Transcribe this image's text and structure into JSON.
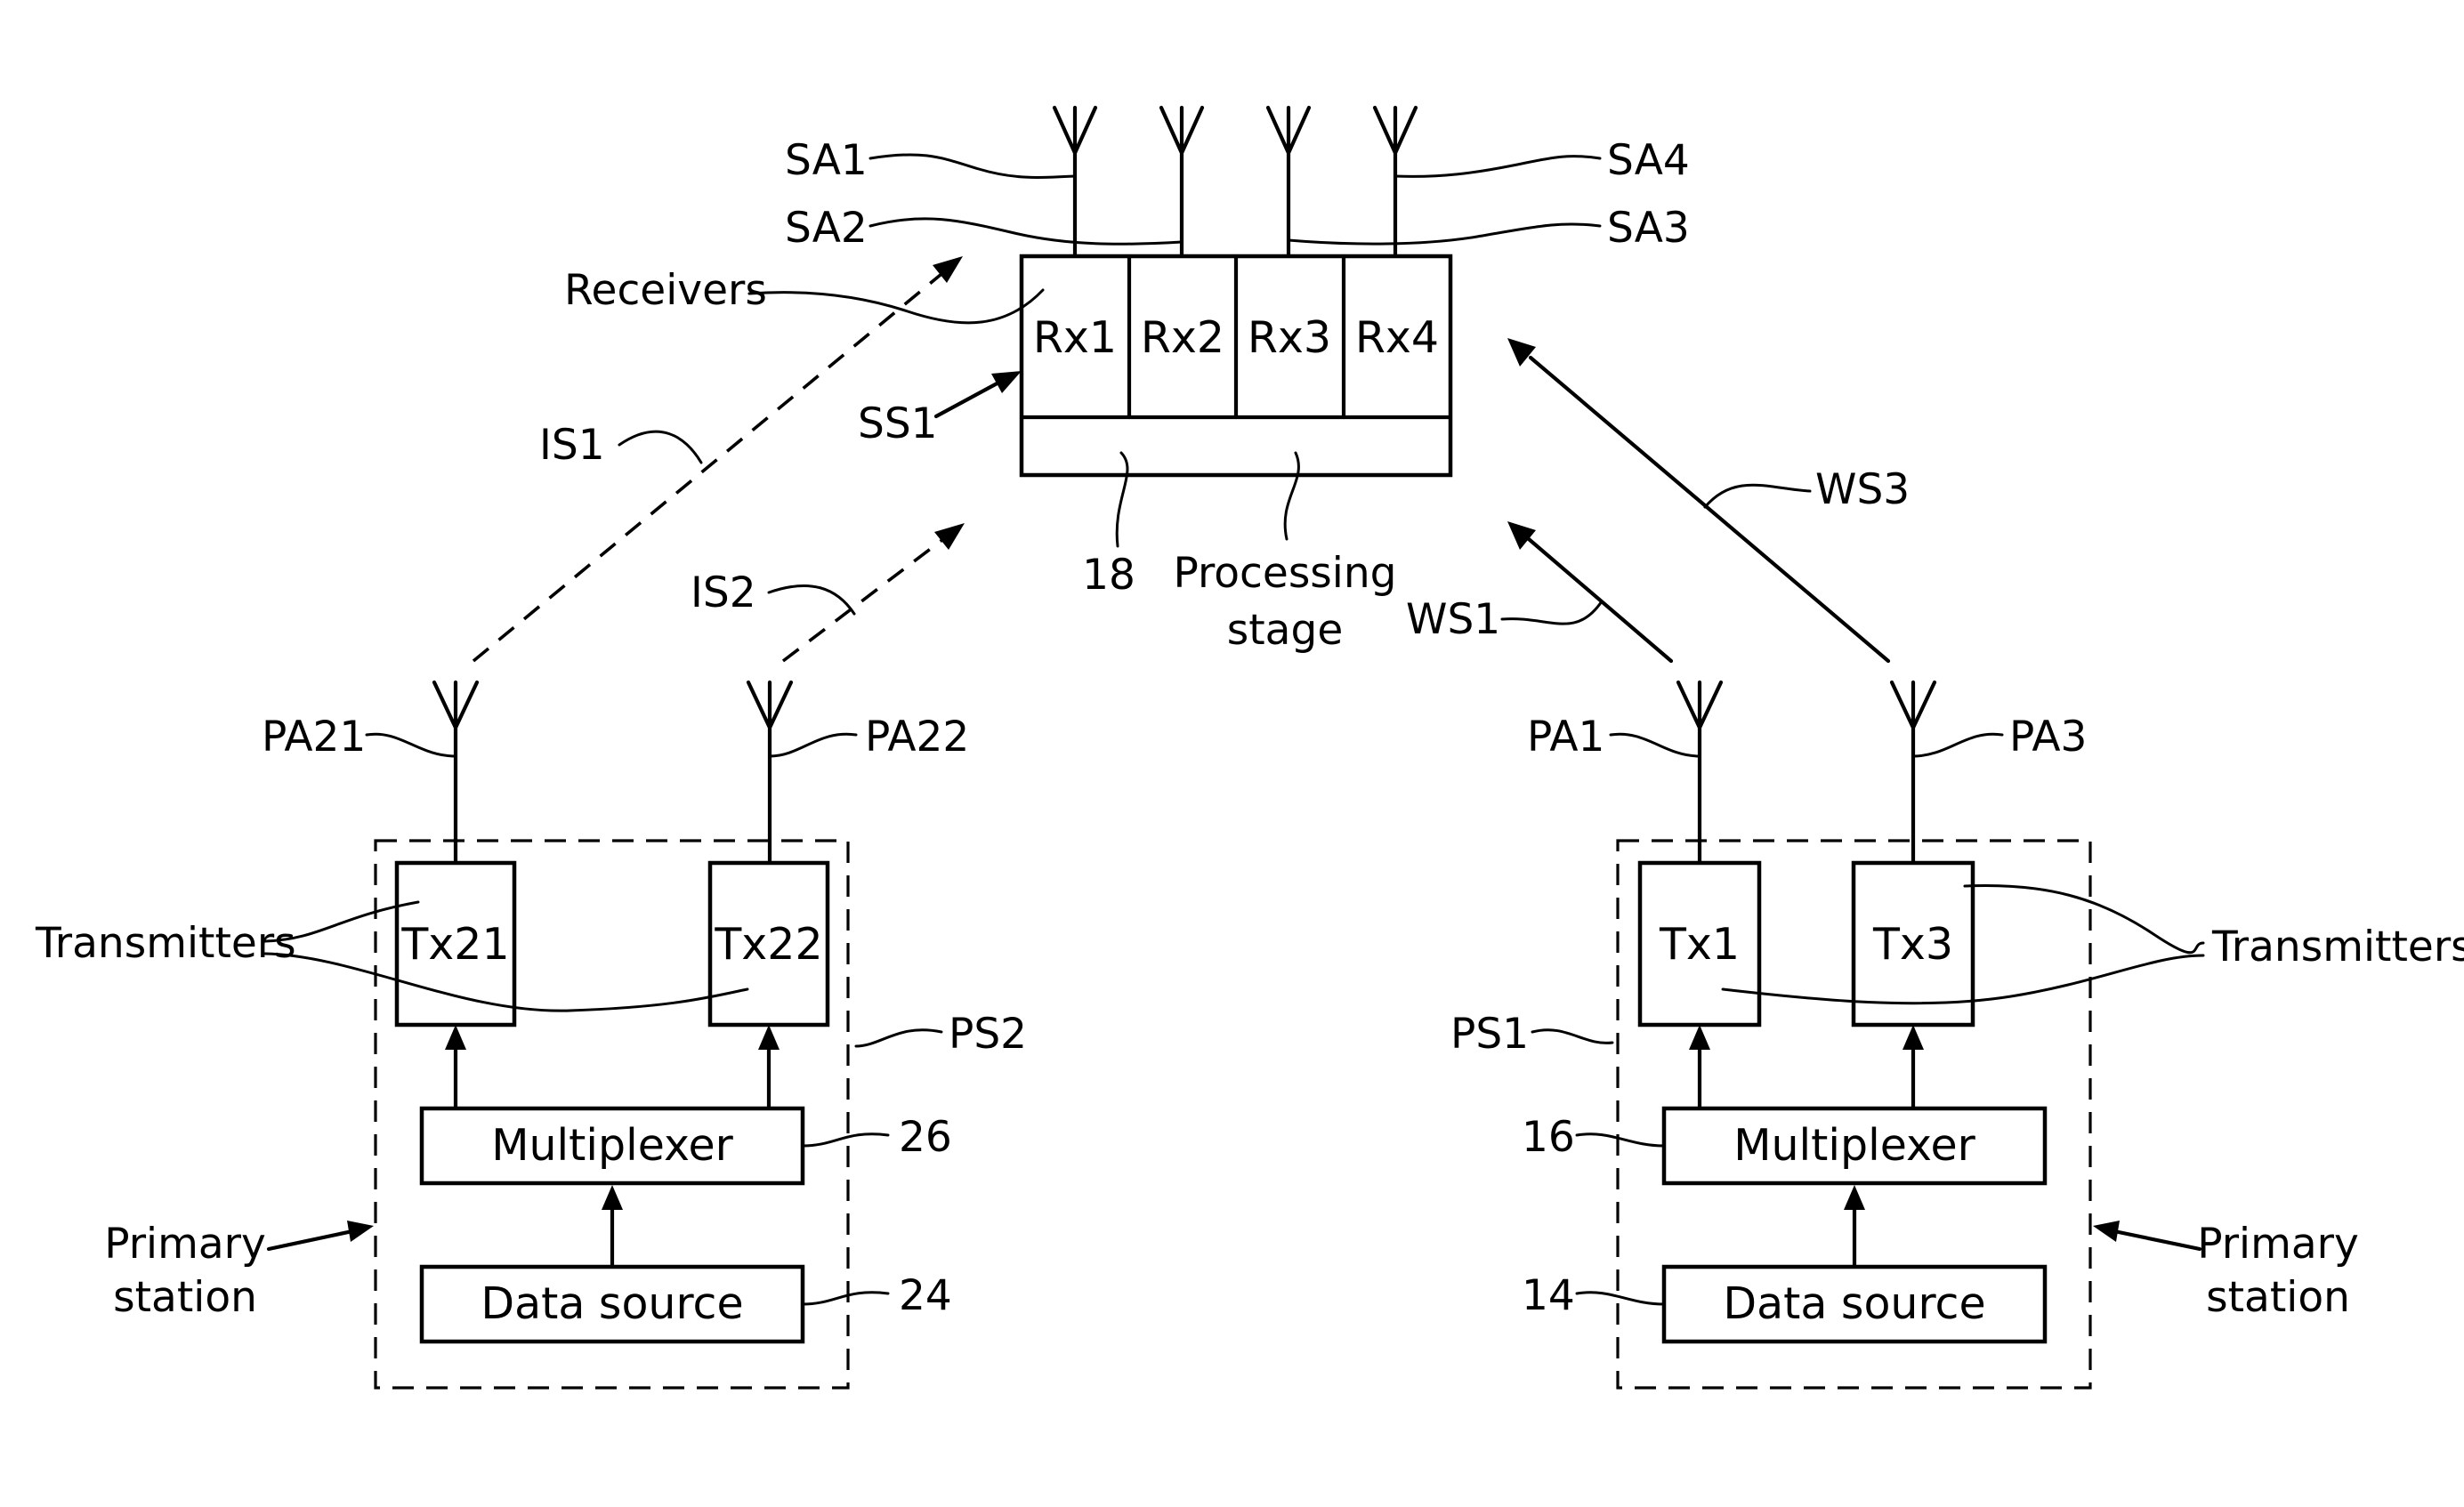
{
  "secondary_station": {
    "antennas": [
      "SA1",
      "SA2",
      "SA3",
      "SA4"
    ],
    "receivers_label": "Receivers",
    "receivers": [
      "Rx1",
      "Rx2",
      "Rx3",
      "Rx4"
    ],
    "id": "SS1",
    "processing_ref": "18",
    "processing_label_line1": "Processing",
    "processing_label_line2": "stage"
  },
  "signals": {
    "is1": "IS1",
    "is2": "IS2",
    "ws1": "WS1",
    "ws3": "WS3"
  },
  "primary_station_2": {
    "id": "PS2",
    "antennas": [
      "PA21",
      "PA22"
    ],
    "transmitters_label": "Transmitters",
    "transmitters": [
      "Tx21",
      "Tx22"
    ],
    "multiplexer": "Multiplexer",
    "multiplexer_ref": "26",
    "data_source": "Data source",
    "data_source_ref": "24",
    "station_label_line1": "Primary",
    "station_label_line2": "station"
  },
  "primary_station_1": {
    "id": "PS1",
    "antennas": [
      "PA1",
      "PA3"
    ],
    "transmitters_label": "Transmitters",
    "transmitters": [
      "Tx1",
      "Tx3"
    ],
    "multiplexer": "Multiplexer",
    "multiplexer_ref": "16",
    "data_source": "Data source",
    "data_source_ref": "14",
    "station_label_line1": "Primary",
    "station_label_line2": "station"
  }
}
